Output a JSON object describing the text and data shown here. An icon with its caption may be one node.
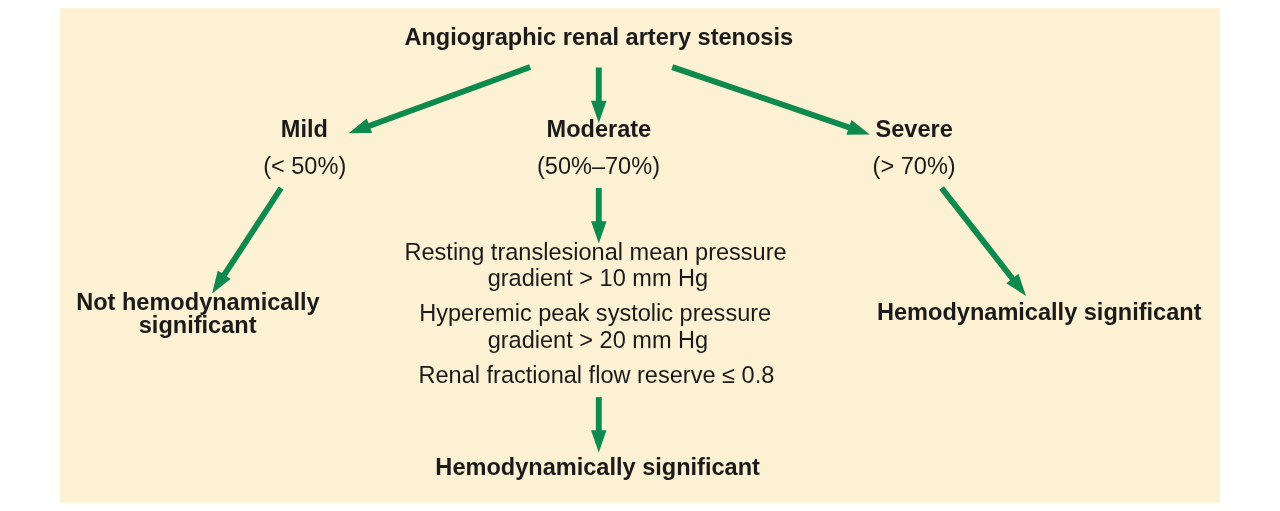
{
  "diagram": {
    "nodes": [
      {
        "text": [
          "Angiographic renal artery stenosis"
        ]
      },
      {
        "text": [
          "Mild",
          "(< 50%)"
        ]
      },
      {
        "text": [
          "Moderate",
          "(50%–70%)"
        ]
      },
      {
        "text": [
          "Severe",
          "(> 70%)"
        ]
      },
      {
        "text": [
          "Not hemodynamically significant"
        ]
      },
      {
        "text": [
          "Resting translesional mean pressure gradient > 10 mm Hg",
          "Hyperemic peak systolic pressure gradient > 20 mm Hg",
          "Renal fractional flow reserve ≤ 0.8"
        ]
      },
      {
        "text": [
          "Hemodynamically significant"
        ]
      },
      {
        "text": [
          "Hemodynamically significant"
        ]
      }
    ],
    "edges": [
      {
        "from": 0,
        "to": 1,
        "arrow": "to"
      },
      {
        "from": 0,
        "to": 2,
        "arrow": "to"
      },
      {
        "from": 0,
        "to": 3,
        "arrow": "to"
      },
      {
        "from": 1,
        "to": 4,
        "arrow": "to"
      },
      {
        "from": 2,
        "to": 5,
        "arrow": "to"
      },
      {
        "from": 3,
        "to": 6,
        "arrow": "to"
      },
      {
        "from": 5,
        "to": 7,
        "arrow": "to"
      }
    ]
  }
}
